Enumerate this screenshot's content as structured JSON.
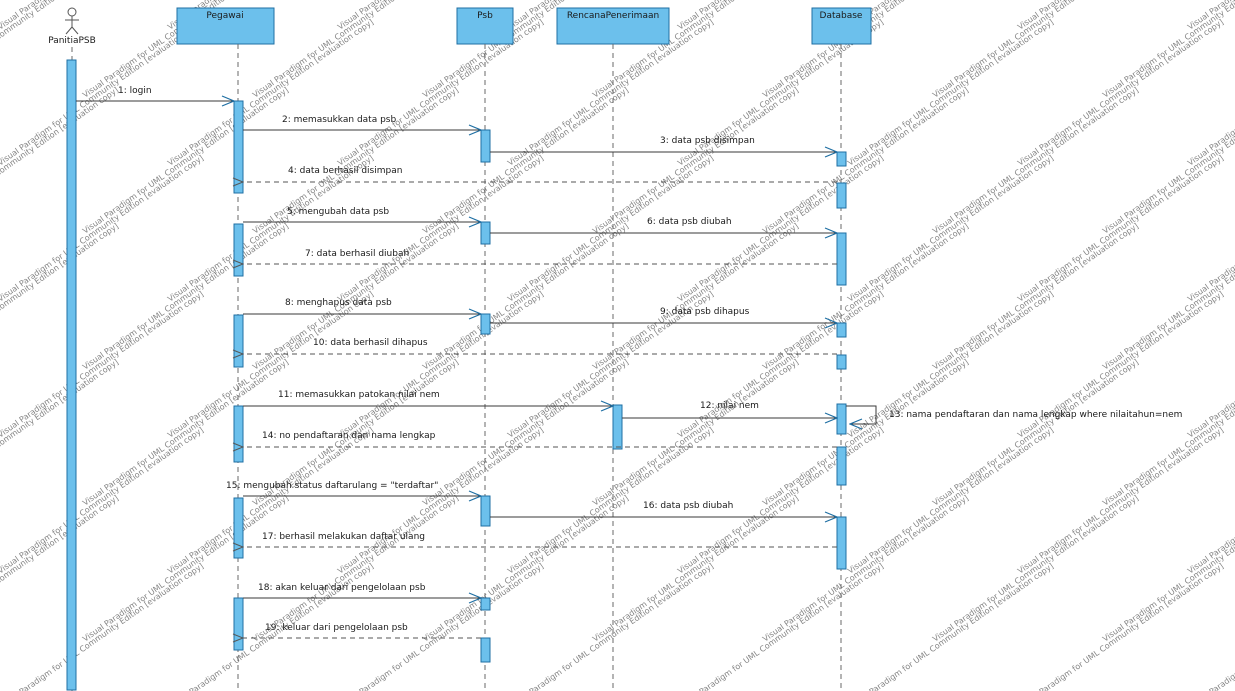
{
  "colors": {
    "box_fill": "#6cc0ec",
    "box_stroke": "#1f6fa3",
    "line": "#3a3a3a",
    "dashed": "#6a6a6a",
    "watermark": "#9a9a9a"
  },
  "actor": {
    "name": "PanitiaPSB"
  },
  "lifelines": [
    {
      "id": "pegawai",
      "name": "Pegawai"
    },
    {
      "id": "psb",
      "name": "Psb"
    },
    {
      "id": "rencana",
      "name": "RencanaPenerimaan"
    },
    {
      "id": "database",
      "name": "Database"
    }
  ],
  "messages": [
    {
      "num": 1,
      "label": "1: login",
      "from": "actor",
      "to": "pegawai",
      "type": "sync"
    },
    {
      "num": 2,
      "label": "2: memasukkan data psb",
      "from": "pegawai",
      "to": "psb",
      "type": "sync"
    },
    {
      "num": 3,
      "label": "3: data psb disimpan",
      "from": "psb",
      "to": "database",
      "type": "sync"
    },
    {
      "num": 4,
      "label": "4: data berhasil disimpan",
      "from": "database",
      "to": "pegawai",
      "type": "return"
    },
    {
      "num": 5,
      "label": "5: mengubah data psb",
      "from": "pegawai",
      "to": "psb",
      "type": "sync"
    },
    {
      "num": 6,
      "label": "6: data psb diubah",
      "from": "psb",
      "to": "database",
      "type": "sync"
    },
    {
      "num": 7,
      "label": "7: data berhasil diubah",
      "from": "database",
      "to": "pegawai",
      "type": "return"
    },
    {
      "num": 8,
      "label": "8: menghapus data psb",
      "from": "pegawai",
      "to": "psb",
      "type": "sync"
    },
    {
      "num": 9,
      "label": "9: data psb dihapus",
      "from": "psb",
      "to": "database",
      "type": "sync"
    },
    {
      "num": 10,
      "label": "10: data berhasil dihapus",
      "from": "database",
      "to": "pegawai",
      "type": "return"
    },
    {
      "num": 11,
      "label": "11: memasukkan patokan nilai nem",
      "from": "pegawai",
      "to": "rencana",
      "type": "sync"
    },
    {
      "num": 12,
      "label": "12: nilai nem",
      "from": "rencana",
      "to": "database",
      "type": "sync"
    },
    {
      "num": 13,
      "label": "13: nama pendaftaran dan nama lengkap where nilaitahun=nem",
      "from": "database",
      "to": "database",
      "type": "self"
    },
    {
      "num": 14,
      "label": "14: no pendaftaran dan nama lengkap",
      "from": "database",
      "to": "pegawai",
      "type": "return"
    },
    {
      "num": 15,
      "label": "15: mengubah status daftarulang = \"terdaftar\"",
      "from": "pegawai",
      "to": "psb",
      "type": "sync"
    },
    {
      "num": 16,
      "label": "16: data psb diubah",
      "from": "psb",
      "to": "database",
      "type": "sync"
    },
    {
      "num": 17,
      "label": "17: berhasil melakukan daftar ulang",
      "from": "database",
      "to": "pegawai",
      "type": "return"
    },
    {
      "num": 18,
      "label": "18: akan keluar dari pengelolaan psb",
      "from": "pegawai",
      "to": "psb",
      "type": "sync"
    },
    {
      "num": 19,
      "label": "19: keluar dari pengelolaan psb",
      "from": "psb",
      "to": "pegawai",
      "type": "return"
    }
  ],
  "watermark_text": "Visual Paradigm for UML Community Edition [evaluation copy]"
}
